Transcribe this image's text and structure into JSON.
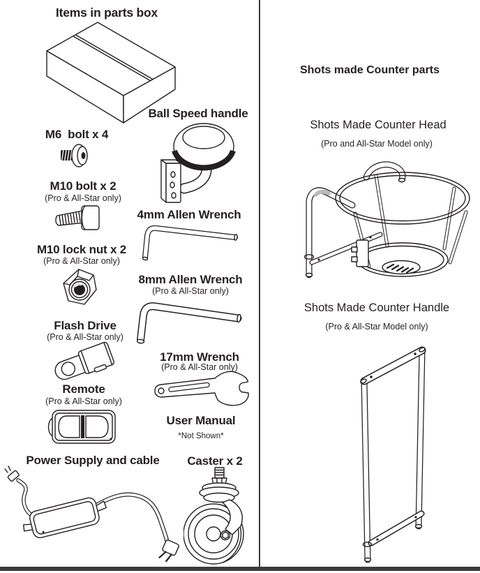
{
  "colors": {
    "ink": "#241f20",
    "divider": "#3a3a3a",
    "footer_bar": "#3c3c3c"
  },
  "left_column": {
    "title": "Items in parts box",
    "items": [
      {
        "label": "M6  bolt x 4",
        "note": ""
      },
      {
        "label": "M10 bolt x 2",
        "note": "(Pro & All-Star only)"
      },
      {
        "label": "M10 lock nut x 2",
        "note": "(Pro & All-Star only)"
      },
      {
        "label": "Flash Drive",
        "note": "(Pro & All-Star only)"
      },
      {
        "label": "Remote",
        "note": "(Pro & All-Star only)"
      },
      {
        "label": "Power Supply and cable",
        "note": ""
      }
    ]
  },
  "middle_column": {
    "items": [
      {
        "label": "Ball Speed handle",
        "note": ""
      },
      {
        "label": "4mm Allen Wrench",
        "note": ""
      },
      {
        "label": "8mm Allen Wrench",
        "note": "(Pro & All-Star only)"
      },
      {
        "label": "17mm Wrench",
        "note": "(Pro & All-Star only)"
      },
      {
        "label": "User Manual",
        "note": "*Not Shown*"
      },
      {
        "label": "Caster x 2",
        "note": ""
      }
    ]
  },
  "right_column": {
    "title": "Shots made Counter parts",
    "items": [
      {
        "label": "Shots Made Counter Head",
        "note": "(Pro and All-Star Model only)"
      },
      {
        "label": "Shots Made Counter Handle",
        "note": "(Pro & All-Star Model only)"
      }
    ]
  }
}
